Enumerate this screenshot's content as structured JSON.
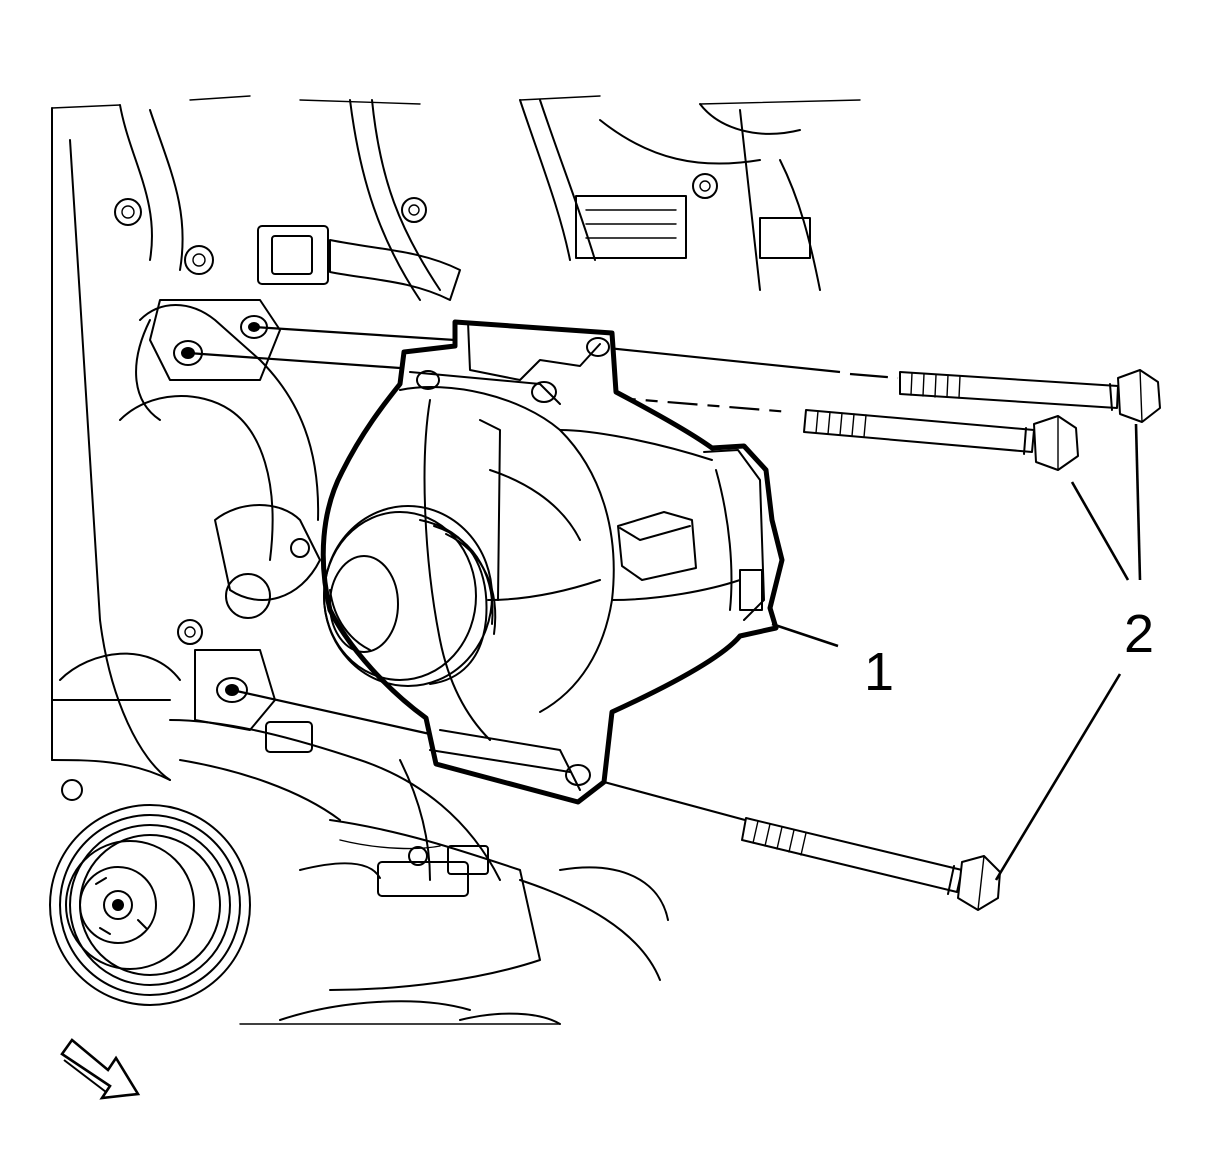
{
  "illustration": {
    "subject": "generator-installation-exploded-view",
    "callouts": [
      {
        "id": "1",
        "label": "1",
        "refers_to": "generator"
      },
      {
        "id": "2",
        "label": "2",
        "refers_to": "generator-bolts"
      }
    ],
    "bolt_count": 3,
    "line_color": "#000000",
    "background_color": "#ffffff",
    "view_direction_icon": "front-view-arrow-icon"
  }
}
